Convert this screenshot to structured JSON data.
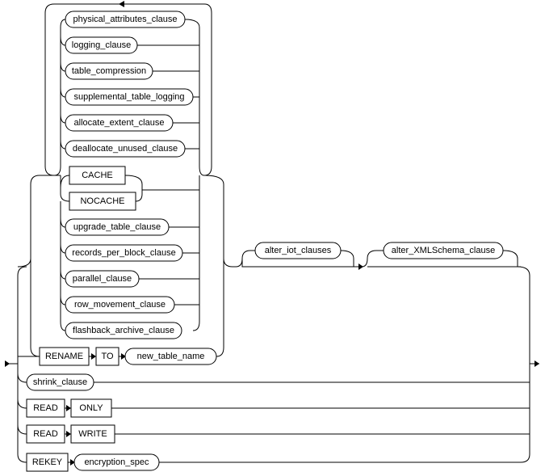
{
  "clauses": {
    "physical_attributes": "physical_attributes_clause",
    "logging": "logging_clause",
    "table_compression": "table_compression",
    "supplemental_logging": "supplemental_table_logging",
    "allocate_extent": "allocate_extent_clause",
    "deallocate_unused": "deallocate_unused_clause",
    "upgrade_table": "upgrade_table_clause",
    "records_per_block": "records_per_block_clause",
    "parallel": "parallel_clause",
    "row_movement": "row_movement_clause",
    "flashback_archive": "flashback_archive_clause",
    "alter_iot": "alter_iot_clauses",
    "alter_xmlschema": "alter_XMLSchema_clause",
    "shrink": "shrink_clause",
    "encryption_spec": "encryption_spec",
    "new_table_name": "new_table_name"
  },
  "keywords": {
    "cache": "CACHE",
    "nocache": "NOCACHE",
    "rename": "RENAME",
    "to": "TO",
    "read1": "READ",
    "only": "ONLY",
    "read2": "READ",
    "write": "WRITE",
    "rekey": "REKEY"
  }
}
